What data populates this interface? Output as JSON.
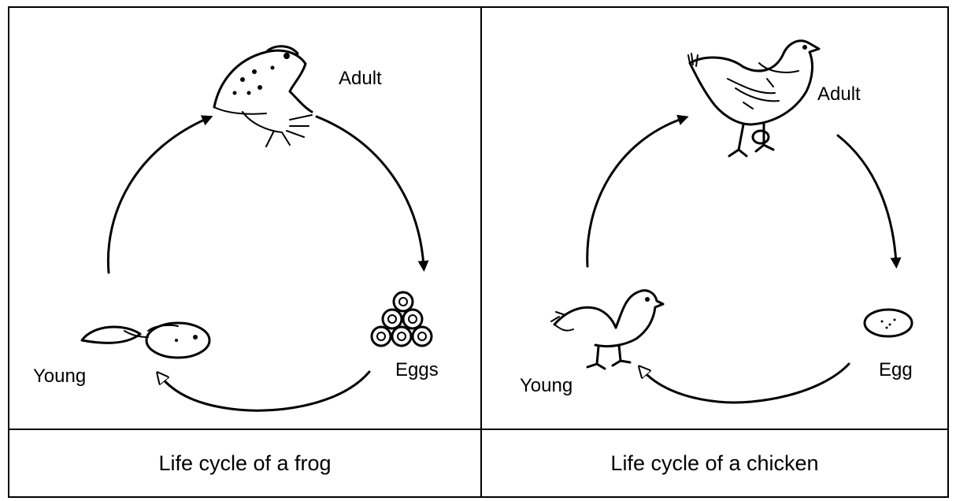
{
  "frog": {
    "adult_label": "Adult",
    "eggs_label": "Eggs",
    "young_label": "Young",
    "caption": "Life cycle of a frog"
  },
  "chicken": {
    "adult_label": "Adult",
    "egg_label": "Egg",
    "young_label": "Young",
    "caption": "Life cycle of a chicken"
  }
}
